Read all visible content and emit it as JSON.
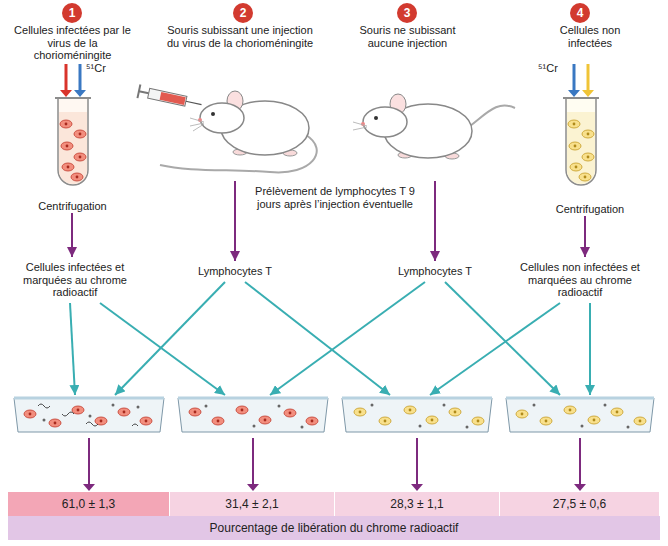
{
  "diagram": {
    "nodes": [
      {
        "text": [
          "Cellules infectées par le virus de la chorioméningite",
          "Centrifugation"
        ]
      },
      {
        "text": [
          "1"
        ],
        "in": 0
      },
      {
        "text": [
          "Souris subissant une injection du virus de la chorioméningite"
        ]
      },
      {
        "text": [
          "2"
        ],
        "in": 2
      },
      {
        "text": [
          "Souris ne subissant aucune injection"
        ]
      },
      {
        "text": [
          "3"
        ],
        "in": 4
      },
      {
        "text": [
          "Cellules non infectées",
          "Centrifugation"
        ]
      },
      {
        "text": [
          "4"
        ],
        "in": 6
      },
      {
        "text": [
          "Cellules infectées et marquées au chrome radioactif"
        ]
      },
      {
        "text": [
          "Lymphocytes T"
        ]
      },
      {
        "text": [
          "Lymphocytes T"
        ]
      },
      {
        "text": [
          "Cellules non infectées et marquées au chrome radioactif"
        ]
      },
      {
        "text": [
          "61,0 ± 1,3"
        ]
      },
      {
        "text": [
          "31,4 ± 2,1"
        ]
      },
      {
        "text": [
          "28,3 ± 1,1"
        ]
      },
      {
        "text": [
          "27,5 ± 0,6"
        ]
      },
      {
        "text": [
          "Pourcentage de libération du chrome radioactif"
        ]
      }
    ],
    "edges": [
      {
        "from": 0,
        "to": 8,
        "arrow": "to"
      },
      {
        "from": 2,
        "to": 9,
        "arrow": "to"
      },
      {
        "from": 4,
        "to": 10,
        "arrow": "to"
      },
      {
        "from": 6,
        "to": 11,
        "arrow": "to"
      },
      {
        "from": 8,
        "to": 12,
        "arrow": "to"
      },
      {
        "from": 8,
        "to": 13,
        "arrow": "to"
      },
      {
        "from": 9,
        "to": 12,
        "arrow": "to"
      },
      {
        "from": 9,
        "to": 14,
        "arrow": "to"
      },
      {
        "from": 10,
        "to": 13,
        "arrow": "to"
      },
      {
        "from": 10,
        "to": 15,
        "arrow": "to"
      },
      {
        "from": 11,
        "to": 14,
        "arrow": "to"
      },
      {
        "from": 11,
        "to": 15,
        "arrow": "to"
      }
    ],
    "labels": [
      "⁵¹Cr",
      "⁵¹Cr",
      "Prélèvement de lymphocytes T 9 jours après l’injection éventuelle"
    ]
  }
}
